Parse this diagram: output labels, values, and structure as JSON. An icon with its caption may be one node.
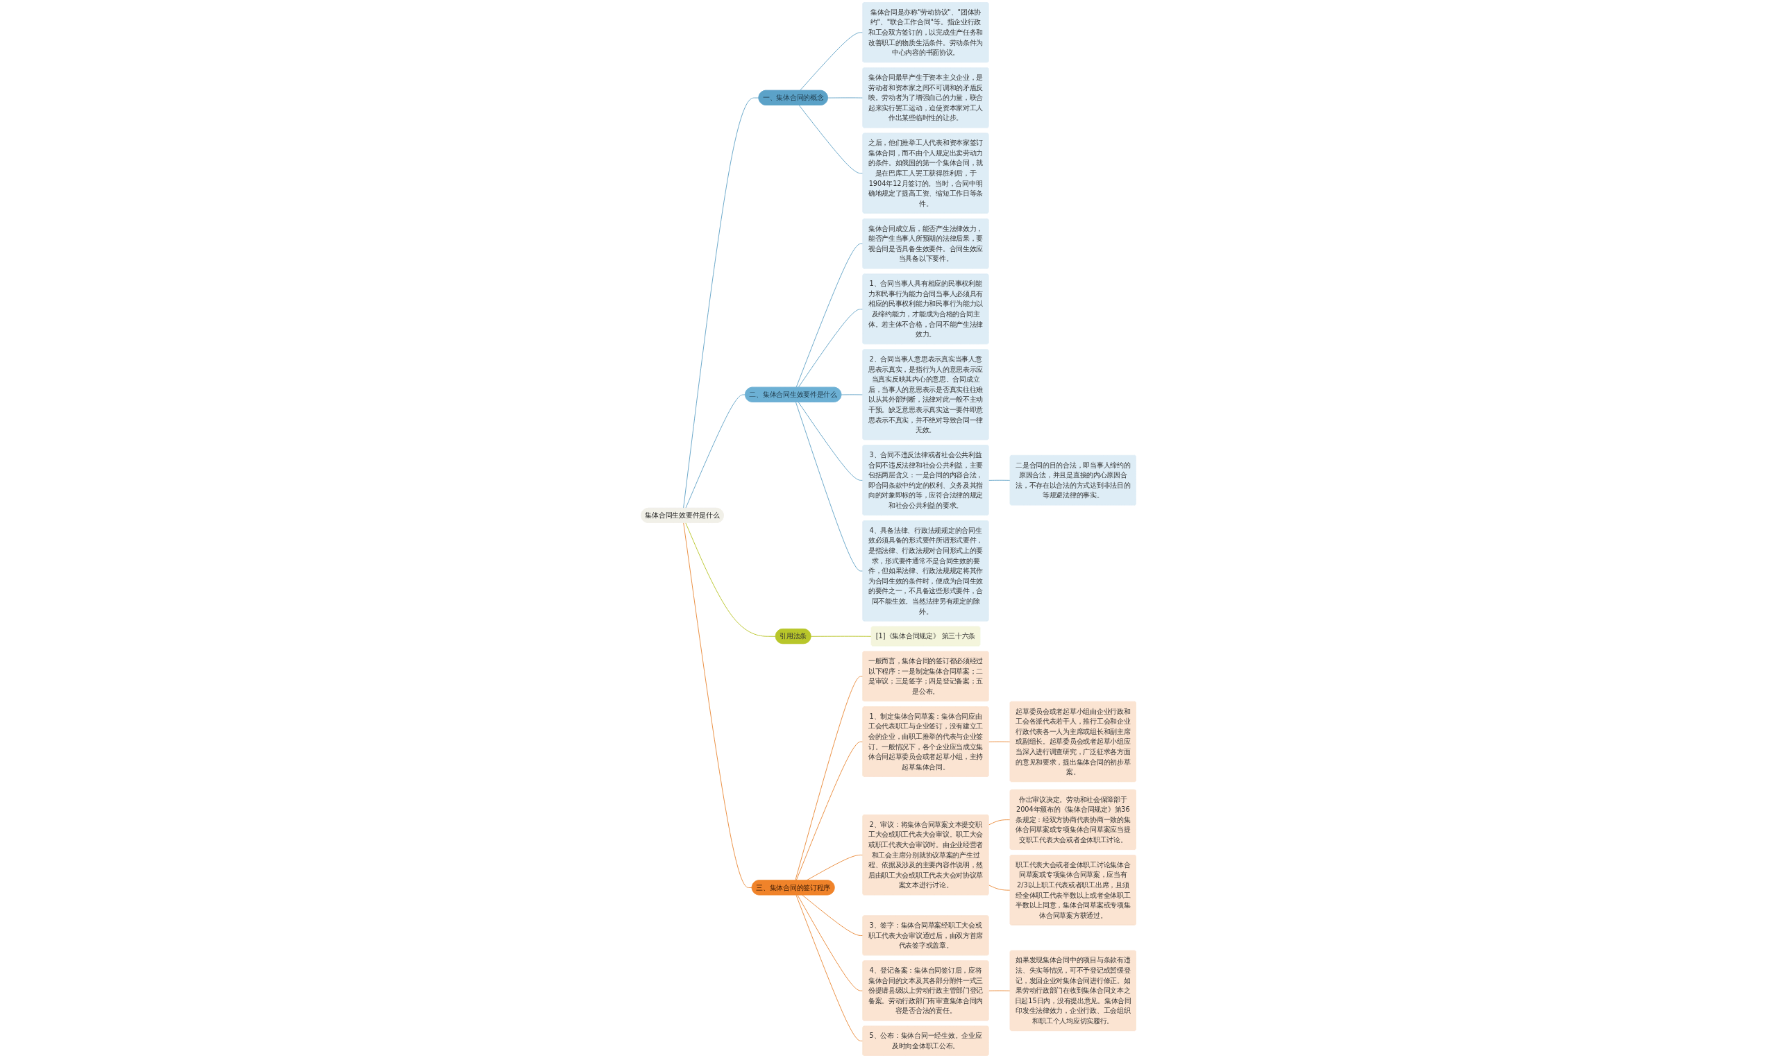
{
  "diagram": {
    "nodes": [
      {
        "text": [
          "集体合同生效要件是什么"
        ]
      },
      {
        "text": [
          "一、集体合同的概念"
        ]
      },
      {
        "text": [
          "集体合同是亦称\"劳动协议\"、\"团体协约\"、\"联合工作合同\"等。指企业行政和工会双方签订的，以完成生产任务和改善职工的物质生活条件。劳动条件为中心内容的书面协议。"
        ]
      },
      {
        "text": [
          "集体合同最早产生于资本主义企业，是劳动者和资本家之间不可调和的矛盾反映。劳动者为了增强自己的力量，联合起来实行罢工运动，迫使资本家对工人作出某些临时性的让步。"
        ]
      },
      {
        "text": [
          "之后，他们推举工人代表和资本家签订集体合同，而不由个人规定出卖劳动力的条件。如俄国的第一个集体合同，就是在巴库工人罢工获得胜利后，于1904年12月签订的。当时，合同中明确地规定了提高工资、缩短工作日等条件。"
        ]
      },
      {
        "text": [
          "二、集体合同生效要件是什么"
        ]
      },
      {
        "text": [
          "集体合同成立后，能否产生法律效力，能否产生当事人所预期的法律后果，要视合同是否具备生效要件。合同生效应当具备以下要件。"
        ]
      },
      {
        "text": [
          "1、合同当事人具有相应的民事权利能力和民事行为能力合同当事人必须具有相应的民事权利能力和民事行为能力以及缔约能力，才能成为合格的合同主体。若主体不合格，合同不能产生法律效力。"
        ]
      },
      {
        "text": [
          "2、合同当事人意思表示真实当事人意思表示真实，是指行为人的意思表示应当真实反映其内心的意思。合同成立后，当事人的意思表示是否真实往往难以从其外部判断，法律对此一般不主动干预。缺乏意思表示真实这一要件即意思表示不真实，并不绝对导致合同一律无效。"
        ]
      },
      {
        "text": [
          "3、合同不违反法律或者社会公共利益合同不违反法律和社会公共利益，主要包括两层含义：一是合同的内容合法，即合同条款中约定的权利、义务及其指向的对象即标的等，应符合法律的规定和社会公共利益的要求。"
        ]
      },
      {
        "text": [
          "4、具备法律、行政法规规定的合同生效必须具备的形式要件所谓形式要件，是指法律、行政法规对合同形式上的要求，形式要件通常不是合同生效的要件，但如果法律、行政法规规定将其作为合同生效的条件时，便成为合同生效的要件之一，不具备这些形式要件，合同不能生效。当然法律另有规定的除外。"
        ]
      },
      {
        "text": [
          "二是合同的目的合法，即当事人缔约的原因合法，并且是直接的内心原因合法，不存在以合法的方式达到非法目的等规避法律的事实。"
        ]
      },
      {
        "text": [
          "引用法条"
        ]
      },
      {
        "text": [
          "[1]《集体合同规定》 第三十六条"
        ]
      },
      {
        "text": [
          "三、集体合同的签订程序"
        ]
      },
      {
        "text": [
          "一般而言，集体合同的签订都必须经过以下程序：一是制定集体合同草案；二是审议；三是签字；四是登记备案；五是公布。"
        ]
      },
      {
        "text": [
          "1、制定集体合同草案：集体合同应由工会代表职工与企业签订，没有建立工会的企业，由职工推举的代表与企业签订。一般情况下，各个企业应当成立集体合同起草委员会或者起草小组，主持起草集体合同。"
        ]
      },
      {
        "text": [
          "起草委员会或者起草小组由企业行政和工会各派代表若干人，推行工会和企业行政代表各一人为主席或组长和副主席或副组长。起草委员会或者起草小组应当深入进行调查研究，广泛征求各方面的意见和要求，提出集体合同的初步草案。"
        ]
      },
      {
        "text": [
          "2、审议：将集体合同草案文本提交职工大会或职工代表大会审议。职工大会或职工代表大会审议时。由企业经营者和工会主席分别就协议草案的产生过程、依据及涉及的主要内容作说明，然后由职工大会或职工代表大会对协议草案文本进行讨论。"
        ]
      },
      {
        "text": [
          "作出审议决定。劳动和社会保障部于2004年颁布的《集体合同规定》第36条规定：经双方协商代表协商一致的集体合同草案或专项集体合同草案应当提交职工代表大会或者全体职工讨论。"
        ]
      },
      {
        "text": [
          "职工代表大会或者全体职工讨论集体合同草案或专项集体合同草案，应当有2/3以上职工代表或者职工出席，且须经全体职工代表半数以上或者全体职工半数以上同意，集体合同草案或专项集体合同草案方获通过。"
        ]
      },
      {
        "text": [
          "3、签字：集体合同草案经职工大会或职工代表大会审议通过后，由双方首席代表签字或盖章。"
        ]
      },
      {
        "text": [
          "4、登记备案：集体台同签订后，应将集体合同的文本及其各部分附件一式三份提请县级以上劳动行政主管部门登记备案。劳动行政部门有审查集体合同内容是否合法的责任。"
        ]
      },
      {
        "text": [
          "如果发现集体合同中的项目与条款有违法、失实等情况，可不予登记或暂缓登记，发回企业对集体合同进行修正。如果劳动行政部门在收到集体合同文本之日起15日内，没有提出意见。集体合同印发生法律效力，企业行政、工会组织和职工个人均应切实履行。"
        ]
      },
      {
        "text": [
          "5、公布：集体台同一经生效。企业应及时向全体职工公布。"
        ]
      }
    ],
    "edges": [
      {
        "from": 0,
        "to": 1,
        "arrow": "none",
        "color": "#5b9fc4"
      },
      {
        "from": 1,
        "to": 2,
        "arrow": "none",
        "color": "#5b9fc4"
      },
      {
        "from": 1,
        "to": 3,
        "arrow": "none",
        "color": "#5b9fc4"
      },
      {
        "from": 1,
        "to": 4,
        "arrow": "none",
        "color": "#5b9fc4"
      },
      {
        "from": 0,
        "to": 5,
        "arrow": "none",
        "color": "#5b9fc4"
      },
      {
        "from": 5,
        "to": 6,
        "arrow": "none",
        "color": "#5b9fc4"
      },
      {
        "from": 5,
        "to": 7,
        "arrow": "none",
        "color": "#5b9fc4"
      },
      {
        "from": 5,
        "to": 8,
        "arrow": "none",
        "color": "#5b9fc4"
      },
      {
        "from": 5,
        "to": 9,
        "arrow": "none",
        "color": "#5b9fc4"
      },
      {
        "from": 5,
        "to": 10,
        "arrow": "none",
        "color": "#5b9fc4"
      },
      {
        "from": 9,
        "to": 11,
        "arrow": "none",
        "color": "#5b9fc4"
      },
      {
        "from": 0,
        "to": 12,
        "arrow": "none",
        "color": "#b5c21f"
      },
      {
        "from": 12,
        "to": 13,
        "arrow": "none",
        "color": "#b5c21f"
      },
      {
        "from": 0,
        "to": 14,
        "arrow": "none",
        "color": "#e8832f"
      },
      {
        "from": 14,
        "to": 15,
        "arrow": "none",
        "color": "#e8832f"
      },
      {
        "from": 14,
        "to": 16,
        "arrow": "none",
        "color": "#e8832f"
      },
      {
        "from": 16,
        "to": 17,
        "arrow": "none",
        "color": "#e8832f"
      },
      {
        "from": 14,
        "to": 18,
        "arrow": "none",
        "color": "#e8832f"
      },
      {
        "from": 18,
        "to": 19,
        "arrow": "none",
        "color": "#e8832f"
      },
      {
        "from": 18,
        "to": 20,
        "arrow": "none",
        "color": "#e8832f"
      },
      {
        "from": 14,
        "to": 21,
        "arrow": "none",
        "color": "#e8832f"
      },
      {
        "from": 14,
        "to": 22,
        "arrow": "none",
        "color": "#e8832f"
      },
      {
        "from": 22,
        "to": 23,
        "arrow": "none",
        "color": "#e8832f"
      },
      {
        "from": 14,
        "to": 24,
        "arrow": "none",
        "color": "#e8832f"
      }
    ]
  }
}
